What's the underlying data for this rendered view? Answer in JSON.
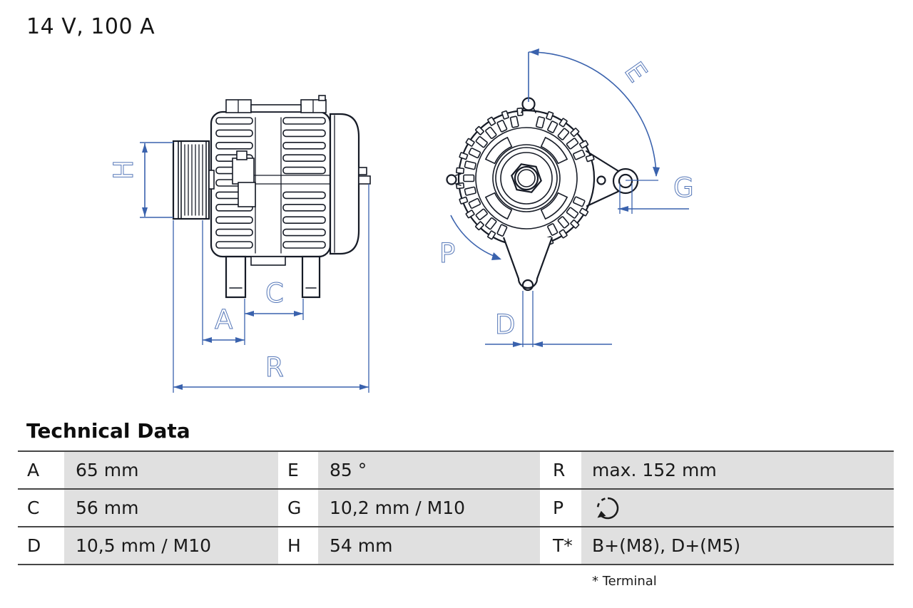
{
  "header": {
    "title": "14 V, 100 A"
  },
  "diagram": {
    "side_view_labels": {
      "H": "H",
      "A": "A",
      "C": "C",
      "R": "R"
    },
    "front_view_labels": {
      "E": "E",
      "G": "G",
      "P": "P",
      "D": "D"
    }
  },
  "colors": {
    "accent_dimension_blue": "#3a62ad",
    "drawing_ink": "#161b26",
    "table_cell_gray": "#e0e0e0",
    "table_border_gray": "#474747"
  },
  "technical_data": {
    "heading": "Technical Data",
    "rows": [
      {
        "k1": "A",
        "v1": "65 mm",
        "k2": "E",
        "v2": "85 °",
        "k3": "R",
        "v3": "max. 152 mm"
      },
      {
        "k1": "C",
        "v1": "56 mm",
        "k2": "G",
        "v2": "10,2 mm / M10",
        "k3": "P",
        "v3": ""
      },
      {
        "k1": "D",
        "v1": "10,5 mm / M10",
        "k2": "H",
        "v2": "54 mm",
        "k3": "T*",
        "v3": "B+(M8), D+(M5)"
      }
    ],
    "rotation_icon": "counterclockwise-rotation-icon",
    "footnote": "* Terminal"
  }
}
